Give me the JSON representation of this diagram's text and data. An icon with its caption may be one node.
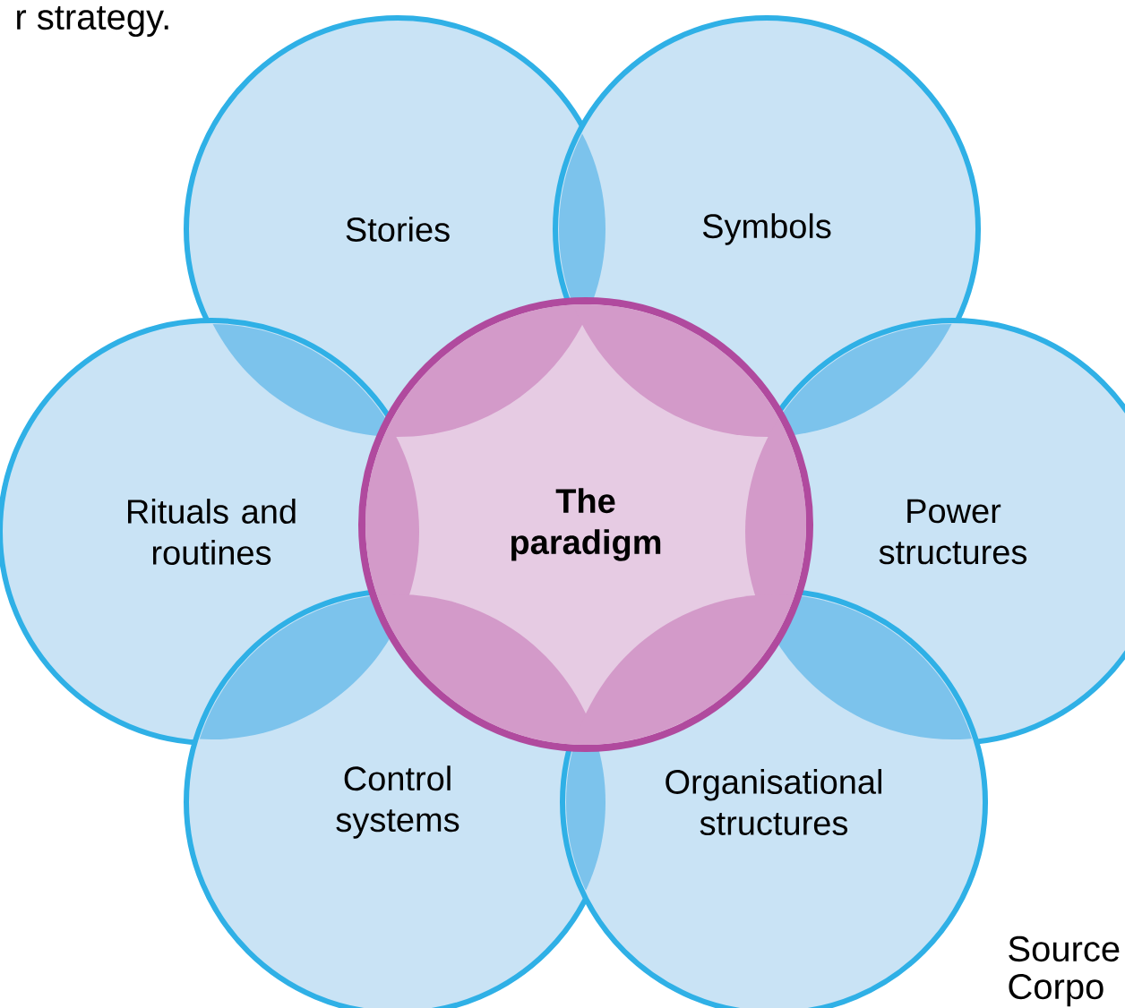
{
  "diagram": {
    "nodes": [
      {
        "text": [
          "Stories"
        ]
      },
      {
        "text": [
          "Symbols"
        ]
      },
      {
        "text": [
          "Rituals and routines"
        ]
      },
      {
        "text": [
          "The paradigm"
        ]
      },
      {
        "text": [
          "Power structures"
        ]
      },
      {
        "text": [
          "Control systems"
        ]
      },
      {
        "text": [
          "Organisational structures"
        ]
      }
    ],
    "labels": [
      "r strategy.",
      "Source",
      "Corpo"
    ]
  }
}
